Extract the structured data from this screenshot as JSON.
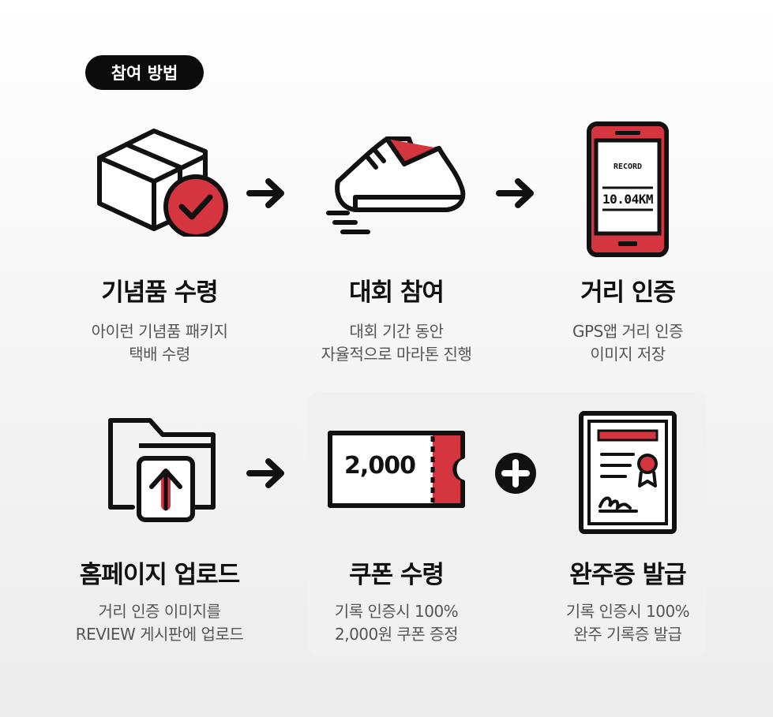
{
  "header": {
    "badge_label": "참여 방법"
  },
  "colors": {
    "accent": "#d5353f",
    "ink": "#111111",
    "muted": "#555555"
  },
  "steps": [
    {
      "icon": "package-check-icon",
      "title": "기념품 수령",
      "desc_line1": "아이런 기념품 패키지",
      "desc_line2": "택배 수령"
    },
    {
      "icon": "running-shoe-icon",
      "title": "대회 참여",
      "desc_line1": "대회 기간 동안",
      "desc_line2": "자율적으로 마라톤 진행"
    },
    {
      "icon": "smartphone-record-icon",
      "title": "거리 인증",
      "desc_line1": "GPS앱 거리 인증",
      "desc_line2": "이미지 저장",
      "phone_label": "RECORD",
      "phone_value": "10.04KM"
    },
    {
      "icon": "folder-upload-icon",
      "title": "홈페이지 업로드",
      "desc_line1": "거리 인증 이미지를",
      "desc_line2": "REVIEW 게시판에 업로드"
    },
    {
      "icon": "coupon-ticket-icon",
      "title": "쿠폰 수령",
      "desc_line1": "기록 인증시 100%",
      "desc_line2": "2,000원 쿠폰 증정",
      "ticket_value": "2,000"
    },
    {
      "icon": "certificate-icon",
      "title": "완주증 발급",
      "desc_line1": "기록 인증시 100%",
      "desc_line2": "완주 기록증 발급"
    }
  ]
}
